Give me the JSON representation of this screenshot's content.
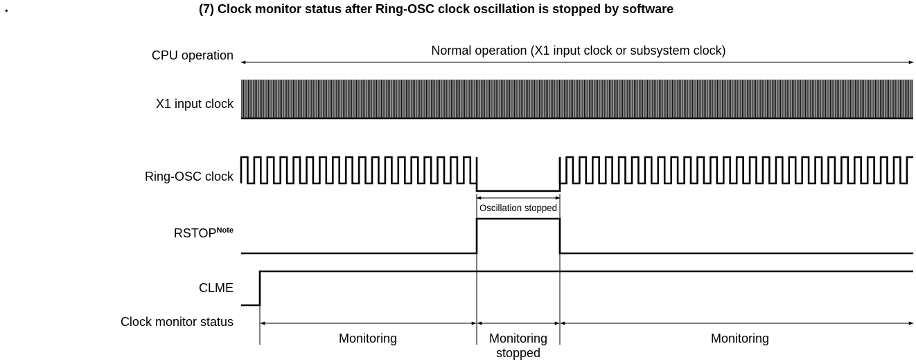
{
  "title": "(7)  Clock monitor status after Ring-OSC clock oscillation is stopped by software",
  "star": "⋆",
  "signals": {
    "cpu": "CPU operation",
    "x1": "X1 input clock",
    "ring": "Ring-OSC clock",
    "rstop": "RSTOP",
    "rstop_sup": "Note",
    "clme": "CLME",
    "status": "Clock monitor status"
  },
  "annotations": {
    "normal_operation": "Normal operation (X1 input clock or subsystem clock)",
    "osc_stopped": "Oscillation stopped",
    "monitoring_left": "Monitoring",
    "monitoring_stopped_1": "Monitoring",
    "monitoring_stopped_2": "stopped",
    "monitoring_right": "Monitoring"
  }
}
